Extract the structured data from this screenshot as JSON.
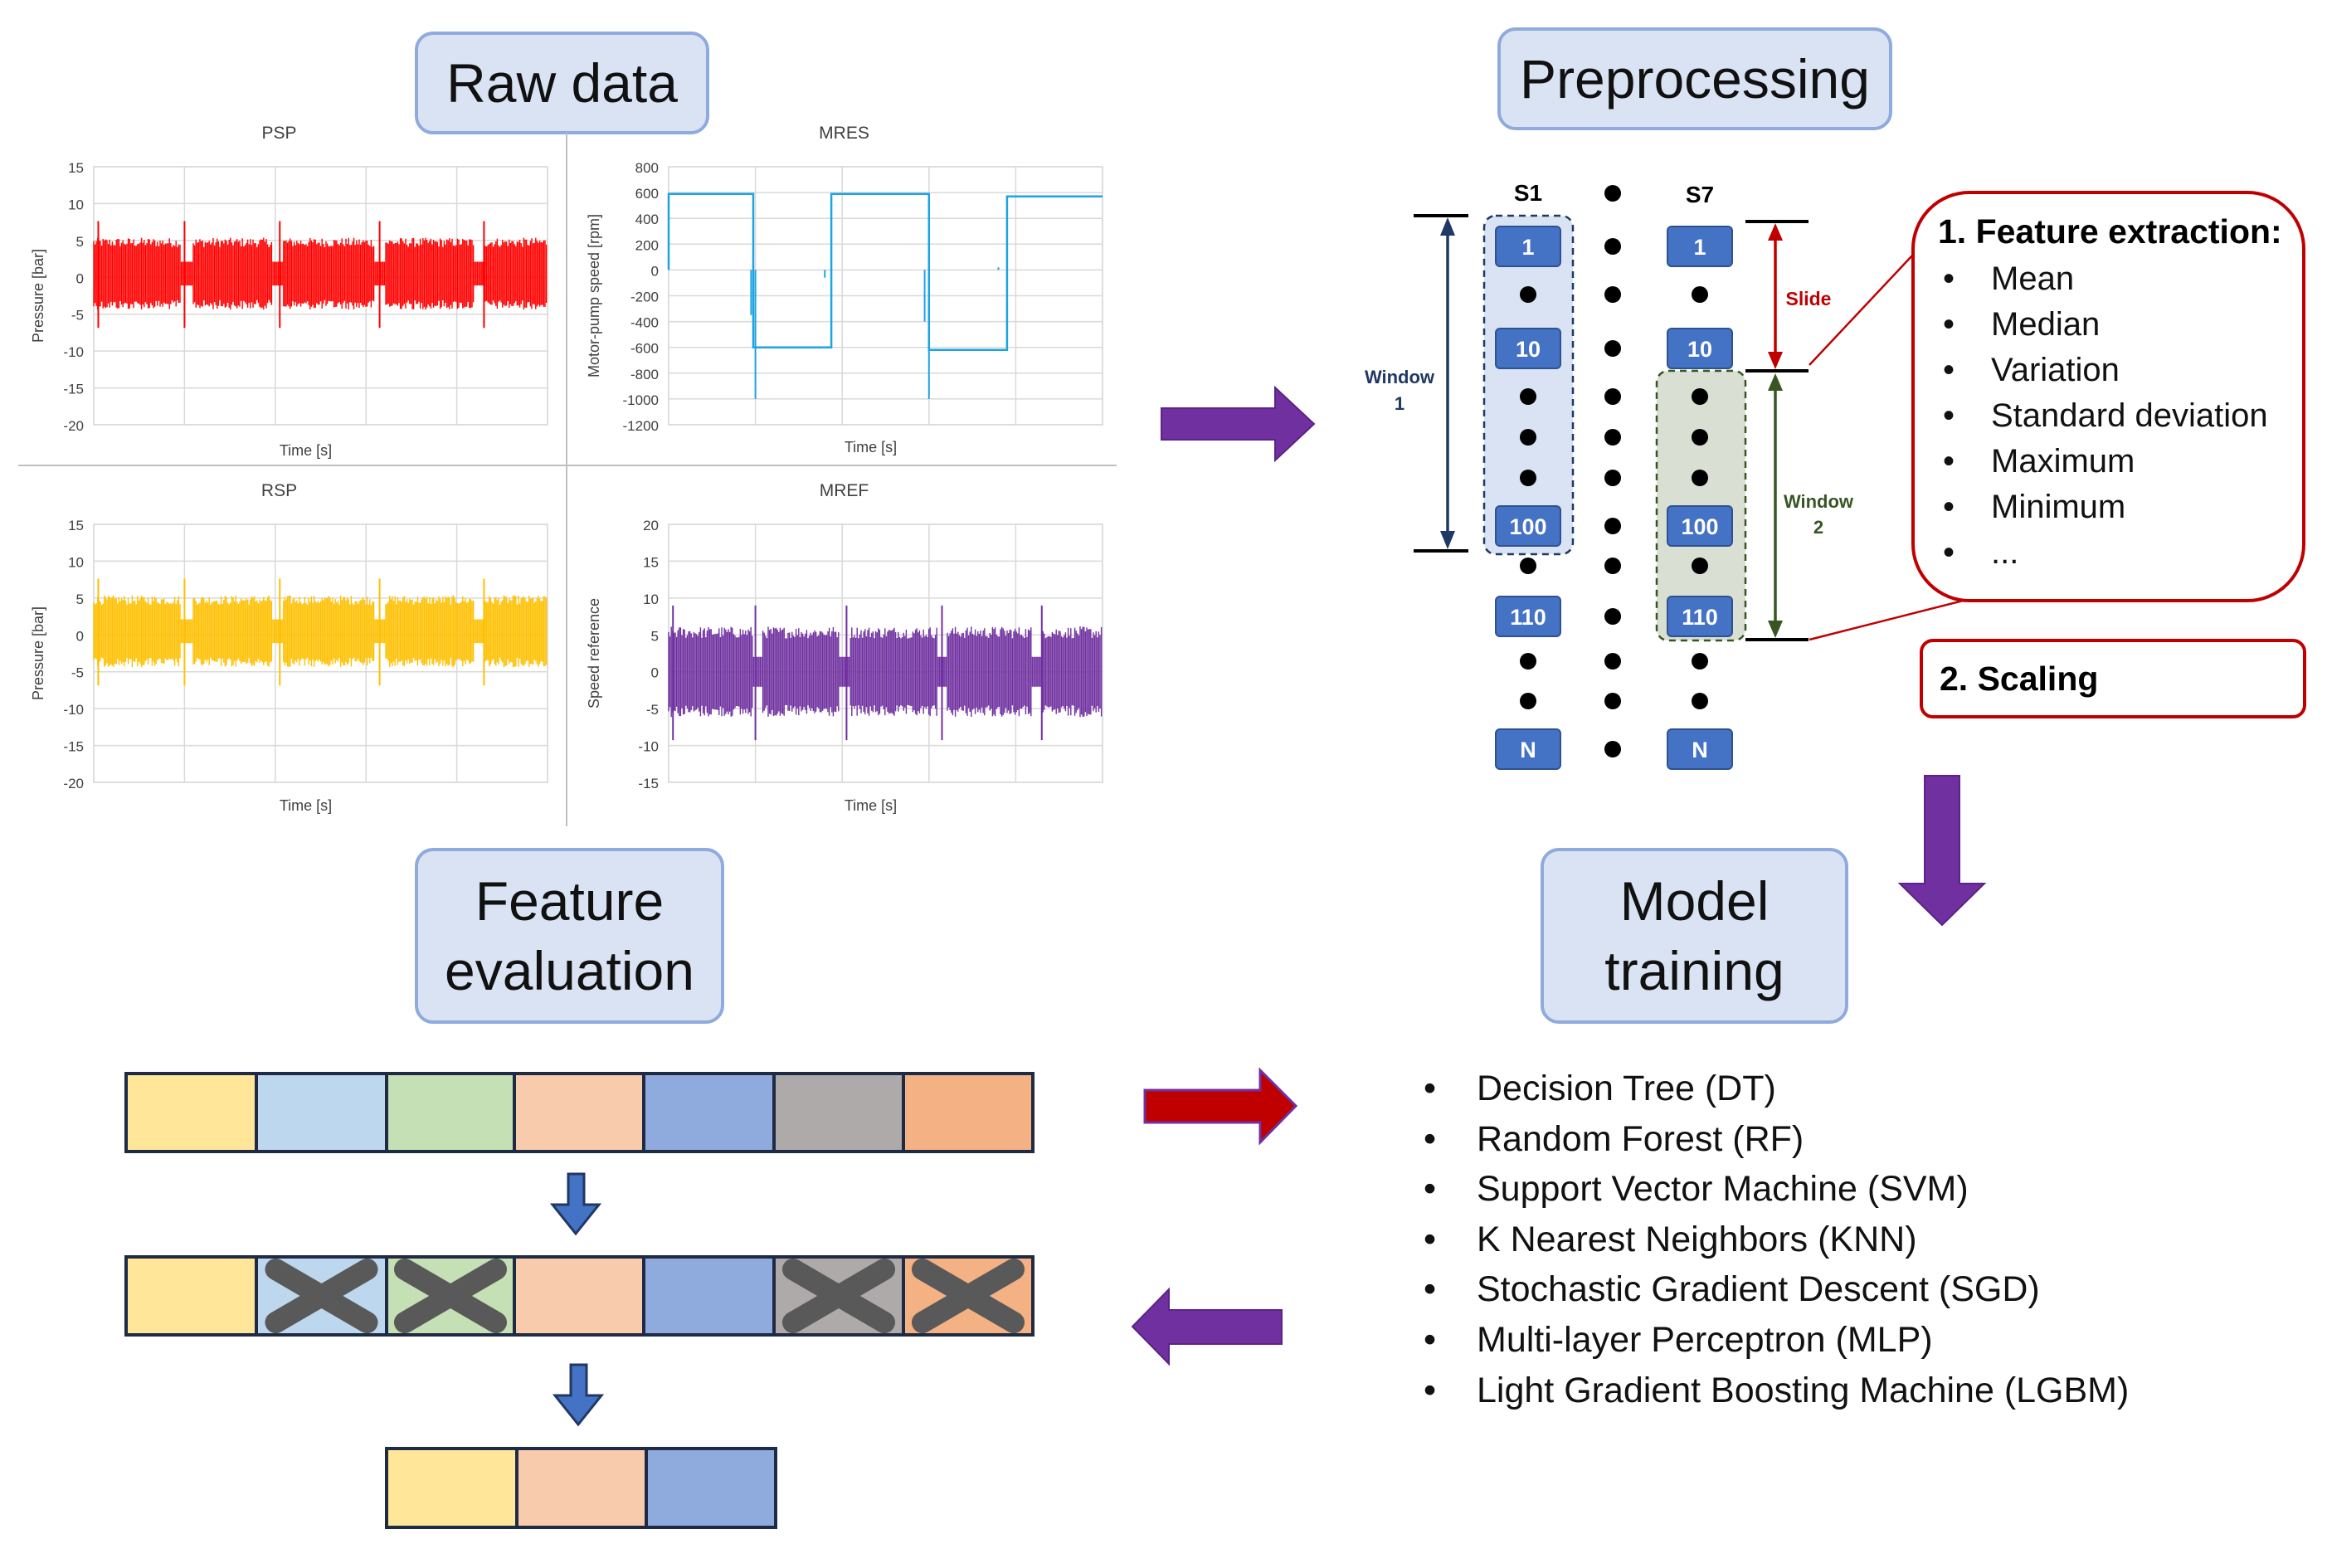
{
  "sections": {
    "raw_data": "Raw data",
    "preprocessing": "Preprocessing",
    "feature_evaluation": "Feature\nevaluation",
    "model_training": "Model\ntraining"
  },
  "chart_data": [
    {
      "type": "line",
      "title": "PSP",
      "xlabel": "Time [s]",
      "ylabel": "Pressure [bar]",
      "yticks": [
        "15",
        "10",
        "5",
        "0",
        "-5",
        "-10",
        "-15",
        "-20"
      ],
      "ylim": [
        -20,
        15
      ],
      "color": "#ff0000",
      "description_of_signal": "noisy band",
      "band_center": 0.5,
      "band_halfwidth": 4.6,
      "gaps_fraction": [
        0.205,
        0.405,
        0.63,
        0.85
      ]
    },
    {
      "type": "line",
      "title": "MRES",
      "xlabel": "Time [s]",
      "ylabel": "Motor-pump speed [rpm]",
      "yticks": [
        "800",
        "600",
        "400",
        "200",
        "0",
        "-200",
        "-400",
        "-600",
        "-800",
        "-1000",
        "-1200"
      ],
      "ylim": [
        -1200,
        800
      ],
      "color": "#1da4e0",
      "levels": [
        0,
        590,
        590,
        -600,
        -600,
        590,
        590,
        -620,
        -620,
        570
      ]
    },
    {
      "type": "line",
      "title": "RSP",
      "xlabel": "Time [s]",
      "ylabel": "Pressure [bar]",
      "yticks": [
        "15",
        "10",
        "5",
        "0",
        "-5",
        "-10",
        "-15",
        "-20"
      ],
      "ylim": [
        -20,
        15
      ],
      "color": "#ffc000",
      "band_center": 0.5,
      "band_halfwidth": 4.6,
      "gaps_fraction": [
        0.205,
        0.405,
        0.63,
        0.85
      ]
    },
    {
      "type": "line",
      "title": "MREF",
      "xlabel": "Time [s]",
      "ylabel": "Speed reference",
      "yticks": [
        "20",
        "15",
        "10",
        "5",
        "0",
        "-5",
        "-10",
        "-15"
      ],
      "ylim": [
        -15,
        20
      ],
      "color": "#7030a0",
      "band_center": 0,
      "band_halfwidth": 5.8,
      "gaps_fraction": [
        0.205,
        0.405,
        0.63,
        0.85
      ]
    }
  ],
  "preprocessing": {
    "s1_label": "S1",
    "s7_label": "S7",
    "s1_boxes": [
      "1",
      "10",
      "100",
      "110",
      "N"
    ],
    "s7_boxes": [
      "1",
      "10",
      "100",
      "110",
      "N"
    ],
    "window1": [
      "Window",
      "1"
    ],
    "window2": [
      "Window",
      "2"
    ],
    "slide": "Slide",
    "colors": {
      "box": "#4472c4",
      "window1": "#1f3864",
      "window2": "#375623",
      "slide": "#c00000"
    }
  },
  "feature_extraction": {
    "title": "1. Feature extraction:",
    "items": [
      "Mean",
      "Median",
      "Variation",
      "Standard deviation",
      "Maximum",
      "Minimum",
      "..."
    ]
  },
  "scaling": {
    "label": "2. Scaling"
  },
  "models": [
    "Decision Tree (DT)",
    "Random Forest (RF)",
    "Support Vector Machine (SVM)",
    "K Nearest Neighbors (KNN)",
    "Stochastic Gradient Descent (SGD)",
    "Multi-layer Perceptron (MLP)",
    "Light Gradient Boosting Machine (LGBM)"
  ],
  "feature_bars": {
    "colors": [
      "#ffe699",
      "#bdd7ee",
      "#c5e0b4",
      "#f8cbad",
      "#8faadc",
      "#aeaaaa",
      "#f4b183"
    ],
    "removed_indices": [
      1,
      2,
      5,
      6
    ],
    "kept_indices": [
      0,
      3,
      4
    ]
  },
  "arrow_colors": {
    "purple": "#7030a0",
    "red": "#c00000",
    "blue": "#4472c4"
  }
}
